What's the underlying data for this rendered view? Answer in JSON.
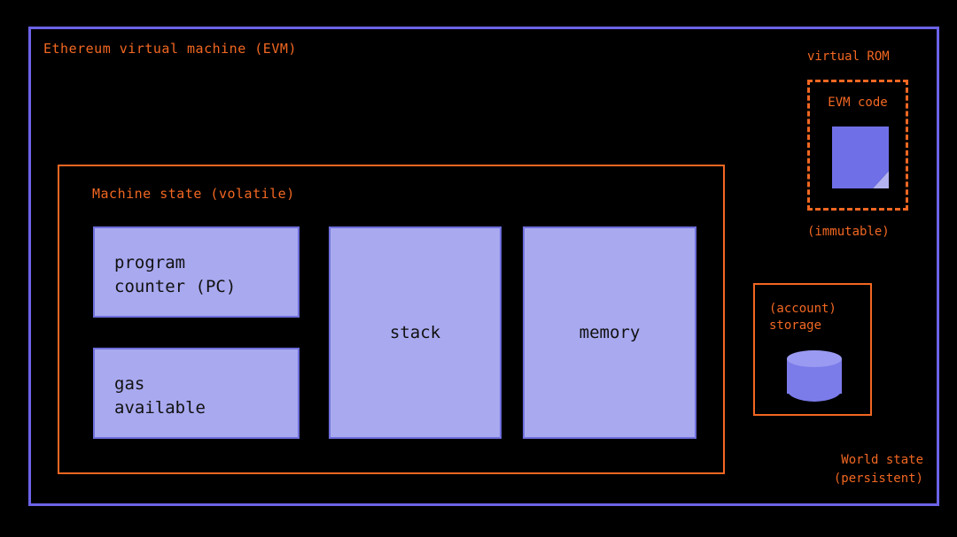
{
  "diagram": {
    "title": "Ethereum virtual machine (EVM)",
    "background_color": "#000000",
    "frame_color": "#6c63e8",
    "accent_color": "#f26722",
    "card_fill_color": "#a9a9f0",
    "card_border_color": "#6f6fdc"
  },
  "machine_state": {
    "title": "Machine state (volatile)",
    "components": [
      {
        "id": "program-counter",
        "label": "program\ncounter (PC)"
      },
      {
        "id": "gas-available",
        "label": "gas\navailable"
      },
      {
        "id": "stack",
        "label": "stack"
      },
      {
        "id": "memory",
        "label": "memory"
      }
    ]
  },
  "virtual_rom": {
    "label": "virtual ROM",
    "inner_label": "EVM code",
    "note": "(immutable)",
    "icon": "document-icon"
  },
  "world_state": {
    "storage_label": "(account)\nstorage",
    "note": "World state\n(persistent)",
    "icon": "database-cylinder-icon"
  }
}
